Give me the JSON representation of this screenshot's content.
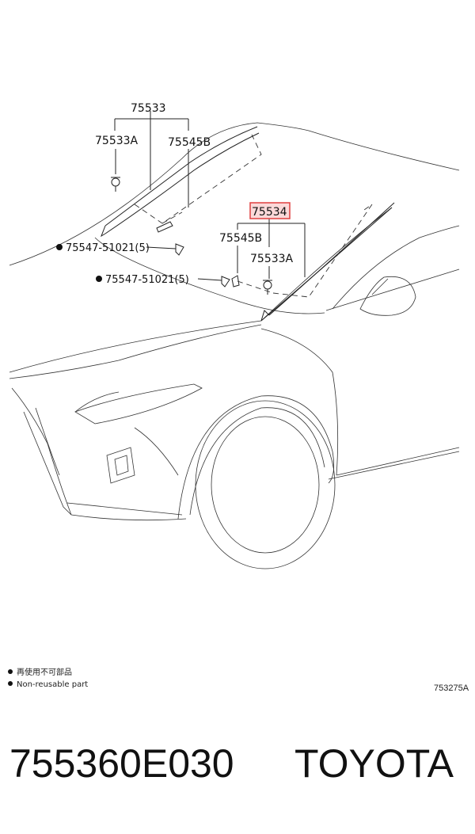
{
  "labels": {
    "p75533": "75533",
    "p75533A_left": "75533A",
    "p75545B_left": "75545B",
    "p75534": "75534",
    "p75545B_right": "75545B",
    "p75533A_right": "75533A",
    "p75547_a": "75547-51021(5)",
    "p75547_b": "75547-51021(5)"
  },
  "highlight_color": "#e04040",
  "highlight_fill": "#fbd9d9",
  "legend": {
    "line1": "再使用不可部品",
    "line2": "Non-reusable part"
  },
  "figure_number": "753275A",
  "caption": {
    "part_number": "755360E030",
    "brand": "TOYOTA"
  }
}
